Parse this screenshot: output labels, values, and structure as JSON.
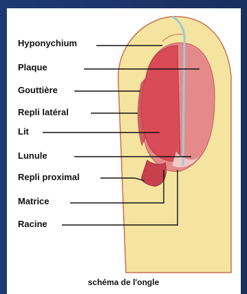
{
  "diagram": {
    "labels": {
      "hyponychium": "Hyponychium",
      "plaque": "Plaque",
      "gouttiere": "Gouttière",
      "repli_lateral": "Repli latéral",
      "lit": "Lit",
      "lunule": "Lunule",
      "repli_proximal": "Repli proximal",
      "matrice": "Matrice",
      "racine": "Racine"
    },
    "caption": "schéma de l'ongle",
    "colors": {
      "background": "#1d3a73",
      "skin": "#f5e3a0",
      "skin_outline": "#c9704f",
      "nail_red": "#d94b57",
      "nail_pink": "#e58a8a",
      "nail_edge": "#9fc9d8"
    }
  }
}
